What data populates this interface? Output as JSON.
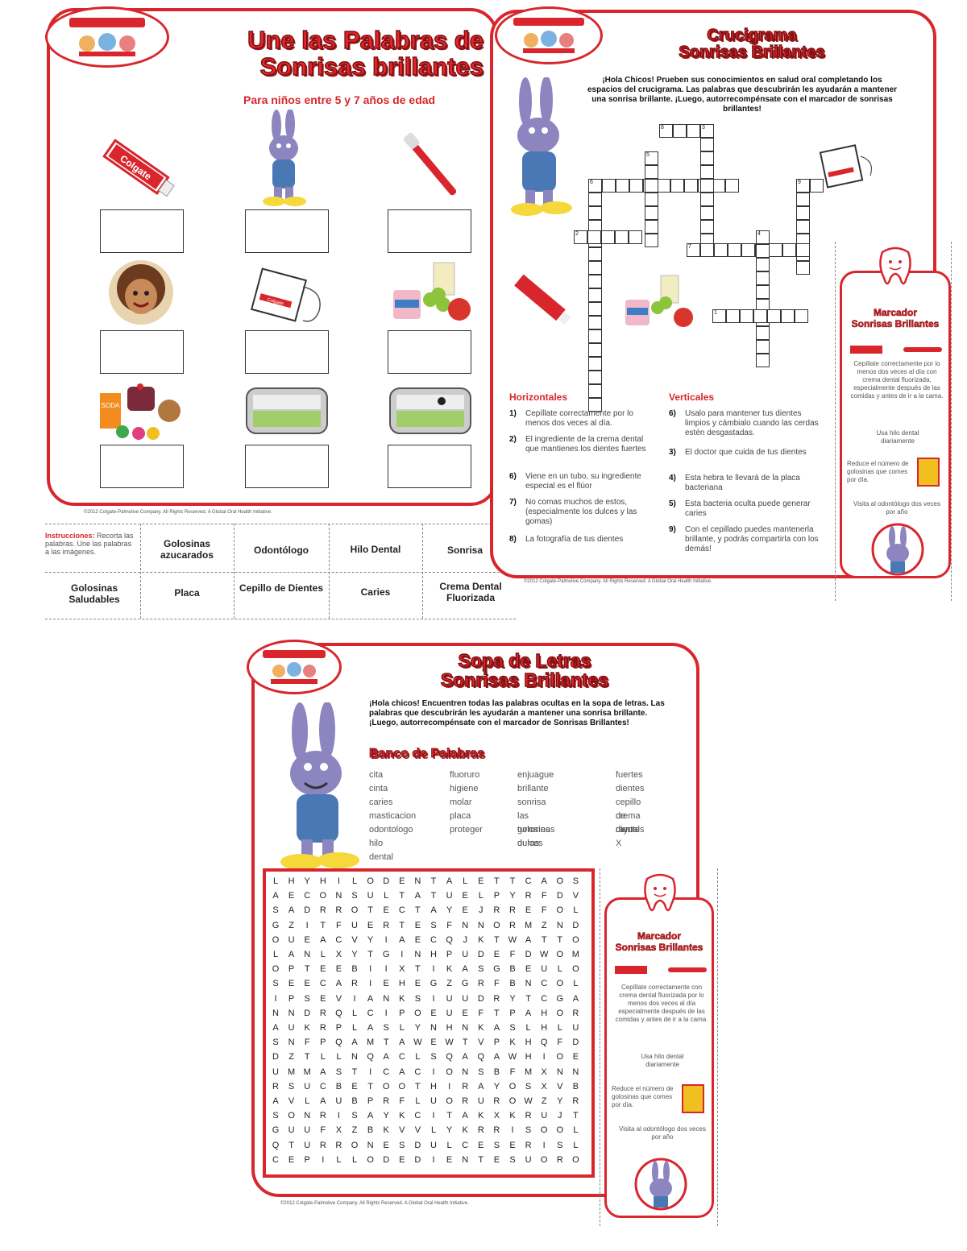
{
  "matching": {
    "title_line1": "Une las Palabras de",
    "title_line2": "Sonrisas brillantes",
    "age": "Para niños entre 5 y 7 años de edad",
    "footer": "©2012 Colgate-Palmolive Company. All Rights Reserved. A Global Oral Health Initiative.",
    "instructions_label": "Instrucciones:",
    "instructions_text": "Recorta las palabras. Une las palabras a las imágenes.",
    "words_row1": [
      "Golosinas azucarados",
      "Odontólogo",
      "Hilo Dental",
      "Sonrisa"
    ],
    "words_row2": [
      "Golosinas Saludables",
      "Placa",
      "Cepillo de Dientes",
      "Caries",
      "Crema Dental Fluorizada"
    ],
    "toothpaste_brand": "Colgate",
    "floss_brand": "Colgate",
    "soda_label": "SODA"
  },
  "crossword": {
    "title_line1": "Crucigrama",
    "title_line2": "Sonrisas Brillantes",
    "intro": "¡Hola Chicos! Prueben sus conocimientos en salud oral completando los espacios del crucigrama. Las palabras que descubrirán les ayudarán a mantener una sonrisa brillante. ¡Luego, autorrecompénsate con el marcador de sonrisas brillantes!",
    "horizontal_title": "Horizontales",
    "vertical_title": "Verticales",
    "horizontal": [
      {
        "n": "1)",
        "text": "Cepíllate correctamente por lo menos dos veces al día."
      },
      {
        "n": "2)",
        "text": "El ingrediente de la crema dental que mantienes los dientes fuertes"
      },
      {
        "n": "6)",
        "text": "Viene en un tubo, su ingrediente especial es el flúor"
      },
      {
        "n": "7)",
        "text": "No comas muchos de estos, (especialmente los dulces y las gomas)"
      },
      {
        "n": "8)",
        "text": "La fotografía de tus dientes"
      }
    ],
    "vertical": [
      {
        "n": "6)",
        "text": "Usalo para mantener tus dientes limpios y cámbialo cuando las cerdas estén desgastadas."
      },
      {
        "n": "3)",
        "text": "El doctor que cuida de tus dientes"
      },
      {
        "n": "4)",
        "text": "Esta hebra te llevará de la placa bacteriana"
      },
      {
        "n": "5)",
        "text": "Esta bacteria oculta puede generar caries"
      },
      {
        "n": "9)",
        "text": "Con el cepillado puedes mantenerla brillante, y podrás compartirla con los demás!"
      }
    ],
    "numbers": [
      "8",
      "3",
      "5",
      "6",
      "9",
      "2",
      "4",
      "7",
      "1"
    ],
    "footer": "©2012 Colgate-Palmolive Company. All Rights Reserved. A Global Oral Health Initiative."
  },
  "bookmark1": {
    "title_line1": "Marcador",
    "title_line2": "Sonrisas Brillantes",
    "tip1": "Cepíllate correctamente por lo menos dos veces al día con crema dental fluorizada, especialmente después de las comidas y antes de ir a la cama.",
    "tip2": "Usa hilo dental diariamente",
    "tip3": "Reduce el número de golosinas que comes por día.",
    "tip4": "Visita al odontólogo dos veces por año"
  },
  "wordsearch": {
    "title_line1": "Sopa de Letras",
    "title_line2": "Sonrisas Brillantes",
    "intro": "¡Hola chicos! Encuentren todas las palabras ocultas en la sopa de letras. Las palabras que descubrirán les ayudarán a mantener una sonrisa brillante. ¡Luego, autorrecompénsate con el marcador de Sonrisas Brillantes!",
    "bank_title": "Banco de Palabras",
    "bank": [
      [
        "cita",
        "cinta",
        "caries",
        "masticacion",
        "odontologo",
        "hilo dental"
      ],
      [
        "fluoruro",
        "higiene",
        "molar",
        "placa",
        "proteger"
      ],
      [
        "enjuague",
        "brillante",
        "sonrisa",
        "las golosinas duras",
        "turrones dulces"
      ],
      [
        "fuertes",
        "dientes",
        "cepillo de dientes",
        "crema dental",
        "rayos X"
      ]
    ],
    "grid": [
      "LHYHILODENTALETTCAOS",
      "AECONSULTATUELPYRFDV",
      "SADRROTECTAYEJRREFOL",
      "GZITFUERTESFNNORMZND",
      "OUEACVYIAECQJKTWATTO",
      "LANLXYTGINHPUDEFDWOM",
      "OPTEEBIIXTIKASGBEULO",
      "SEECARIEHEGZGRFBNCOL",
      "IPSEVIANKSIUUDRYTCGA",
      "NNDRQLCIPOEUEFTPAHOR",
      "AUKRPLASLYNHNKASLHLU",
      "SNFPQAMTAWEWTVPKHQFD",
      "DZTLLNQACLSQAQAWHIOE",
      "UMMASTICACIONSBFMXNN",
      "RSUCBETOOTHIRAYOSXVB",
      "AVLAUBPRFLUORUROWZYR",
      "SONRISAYKCITAKXKRUJT",
      "GUUFXZBKVVLYKRRISOOL",
      "QTURRONESDULCESERISL",
      "CEPILLODEDIENTESUORO"
    ],
    "footer": "©2012 Colgate-Palmolive Company. All Rights Reserved. A Global Oral Health Initiative."
  },
  "bookmark2": {
    "title_line1": "Marcador",
    "title_line2": "Sonrisas Brillantes",
    "tip1": "Cepíllate correctamente con crema dental fluorizada por lo menos dos veces al día especialmente después de las comidas y antes de ir a la cama.",
    "tip2": "Usa hilo dental diariamente",
    "tip3": "Reduce el número de golosinas que comes por día.",
    "tip4": "Visita al odontólogo dos veces por año"
  },
  "colors": {
    "red": "#d8262c",
    "dark_red": "#7a0e10",
    "rabbit": "#8d85c0",
    "shirt": "#4a78b5"
  }
}
